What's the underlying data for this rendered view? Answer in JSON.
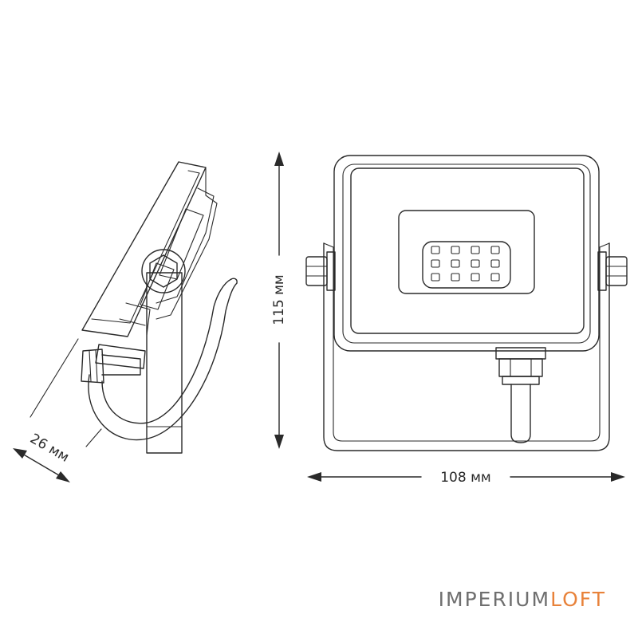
{
  "dimensions": {
    "height_label": "115 мм",
    "width_label": "108 мм",
    "depth_label": "26 мм"
  },
  "logo": {
    "part1": "IMPERIUM",
    "part2": "LOFT",
    "color1": "#6f6f6f",
    "color2": "#e8823a"
  },
  "colors": {
    "line": "#2a2a2a",
    "background": "#ffffff"
  }
}
